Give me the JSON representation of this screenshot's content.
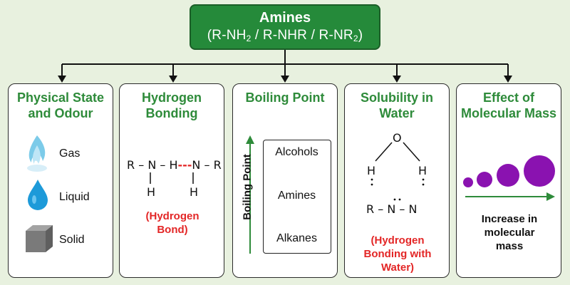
{
  "root": {
    "title": "Amines",
    "formula_parts": [
      "(R-NH",
      "2",
      " / R-NHR / R-NR",
      "2",
      ")"
    ]
  },
  "colors": {
    "root_fill": "#258a3a",
    "title_green": "#2e8b3a",
    "annotation_red": "#e32626",
    "sphere_purple": "#8a12b0",
    "background": "#e8f1df"
  },
  "cards": {
    "physical": {
      "title": "Physical State and Odour",
      "states": [
        {
          "icon": "flame-icon",
          "label": "Gas"
        },
        {
          "icon": "droplet-icon",
          "label": "Liquid"
        },
        {
          "icon": "cube-icon",
          "label": "Solid"
        }
      ]
    },
    "hbond": {
      "title": "Hydrogen Bonding",
      "row_text": [
        "R",
        "–",
        "N",
        "–",
        "H",
        "---",
        "N",
        "–",
        "R"
      ],
      "h_labels": [
        "H",
        "H"
      ],
      "caption": "(Hydrogen Bond)"
    },
    "boiling": {
      "title": "Boiling Point",
      "axis_label": "Boiling Point",
      "items": [
        "Alcohols",
        "Amines",
        "Alkanes"
      ]
    },
    "solubility": {
      "title": "Solubility in Water",
      "water_o": "O",
      "water_h": [
        "H",
        "H"
      ],
      "amine_text": [
        "R",
        "–",
        "N",
        "–",
        "N"
      ],
      "caption": "(Hydrogen Bonding with Water)"
    },
    "mass": {
      "title": "Effect of Molecular Mass",
      "caption": "Increase in molecular mass"
    }
  }
}
